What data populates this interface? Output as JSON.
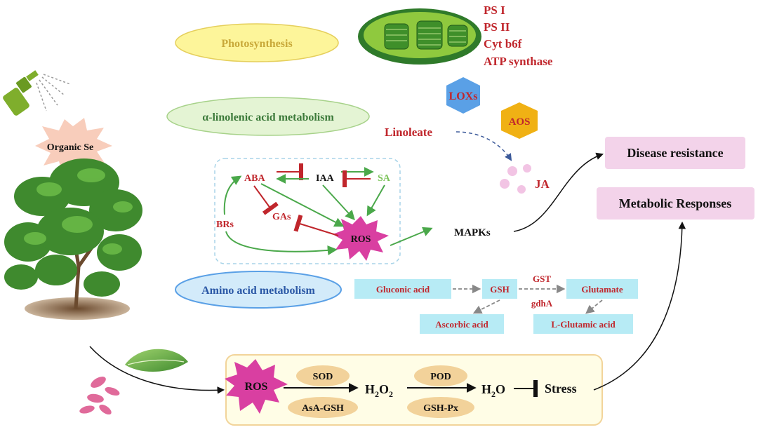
{
  "colors": {
    "red": "#c0262c",
    "green": "#4aa84a",
    "dark": "#111111",
    "blue_text": "#2b58a6",
    "gold_text": "#c9a93a",
    "green_text": "#3c7a3a",
    "pink_box": "#f3d3ea",
    "cyan_box": "#b7ebf5",
    "tan_oval": "#f2d29a",
    "burst_pink": "#d93fa1",
    "burst_peach": "#f8cdbb"
  },
  "icons": {
    "sprayer": "spray-bottle-icon",
    "plant": "tree-plant-icon",
    "chloroplast": "chloroplast-icon",
    "leaf": "leaf-icon",
    "petals": "petals-icon"
  },
  "labels": {
    "organic_se": "Organic  Se",
    "photosynthesis": "Photosynthesis",
    "ps1": "PS I",
    "ps2": "PS II",
    "cytb6f": "Cyt b6f",
    "atp": "ATP synthase",
    "alpha_linolenic": "α-linolenic acid metabolism",
    "loxs": "LOXs",
    "aos": "AOS",
    "linoleate": "Linoleate",
    "ja": "JA",
    "disease_resistance": "Disease resistance",
    "metabolic_responses": "Metabolic Responses",
    "aba": "ABA",
    "iaa": "IAA",
    "sa": "SA",
    "gas": "GAs",
    "brs": "BRs",
    "ros_center": "ROS",
    "mapks": "MAPKs",
    "amino_acid": "Amino acid metabolism",
    "gluconic": "Gluconic acid",
    "gsh": "GSH",
    "gst": "GST",
    "gdha": "gdhA",
    "glutamate": "Glutamate",
    "ascorbic": "Ascorbic acid",
    "lglutamic": "L-Glutamic acid",
    "ros_bottom": "ROS",
    "sod": "SOD",
    "asa_gsh": "AsA-GSH",
    "h2o2_main": "H",
    "h2o2_sub1": "2",
    "h2o2_mid": "O",
    "h2o2_sub2": "2",
    "pod": "POD",
    "gsh_px": "GSH-Px",
    "h2o_main": "H",
    "h2o_sub": "2",
    "h2o_end": "O",
    "stress": "Stress"
  }
}
